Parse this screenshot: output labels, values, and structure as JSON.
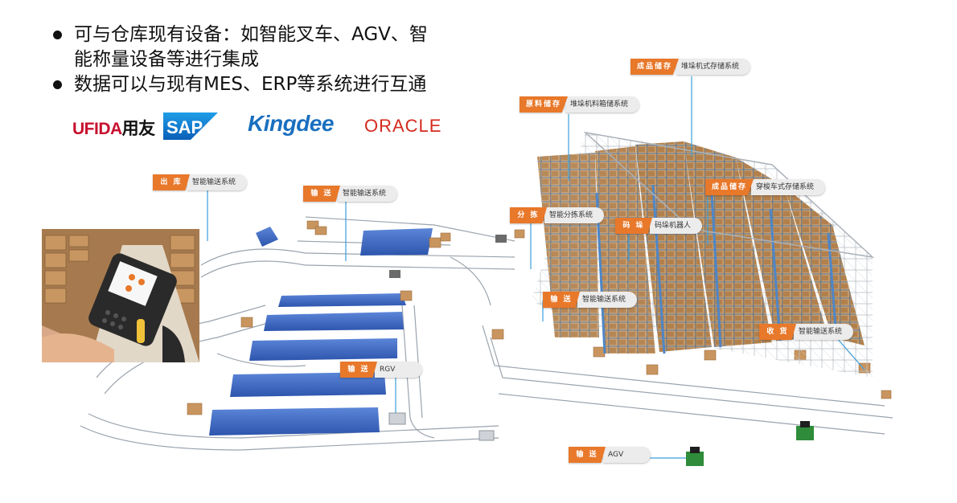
{
  "bullets": [
    {
      "line1": "可与仓库现有设备：如智能叉车、AGV、智",
      "line2": "能称量设备等进行集成"
    },
    {
      "line1": "数据可以与现有MES、ERP等系统进行互通",
      "line2": ""
    }
  ],
  "logos": {
    "ufida_en": "UFIDA",
    "ufida_cn": "用友",
    "sap": "SAP",
    "kingdee": "Kingdee",
    "oracle": "ORACLE"
  },
  "tags": [
    {
      "id": "out",
      "category": "出 库",
      "system": "智能输送系统"
    },
    {
      "id": "convey1",
      "category": "输 送",
      "system": "智能输送系统"
    },
    {
      "id": "finished1",
      "category": "成品储存",
      "system": "堆垛机式存储系统"
    },
    {
      "id": "raw",
      "category": "原料储存",
      "system": "堆垛机料箱储系统"
    },
    {
      "id": "finished2",
      "category": "成品储存",
      "system": "穿梭车式存储系统"
    },
    {
      "id": "sort",
      "category": "分 拣",
      "system": "智能分拣系统"
    },
    {
      "id": "stack",
      "category": "码 垛",
      "system": "码垛机器人"
    },
    {
      "id": "convey2",
      "category": "输 送",
      "system": "智能输送系统"
    },
    {
      "id": "receive",
      "category": "收 货",
      "system": "智能输送系统"
    },
    {
      "id": "rgv",
      "category": "输 送",
      "system": "RGV"
    },
    {
      "id": "agv",
      "category": "输 送",
      "system": "AGV"
    }
  ],
  "colors": {
    "tag_orange": "#e8782a",
    "belt_blue": "#3a66c4",
    "rack_brown": "#b0865a",
    "rack_blue": "#4f86c6"
  }
}
